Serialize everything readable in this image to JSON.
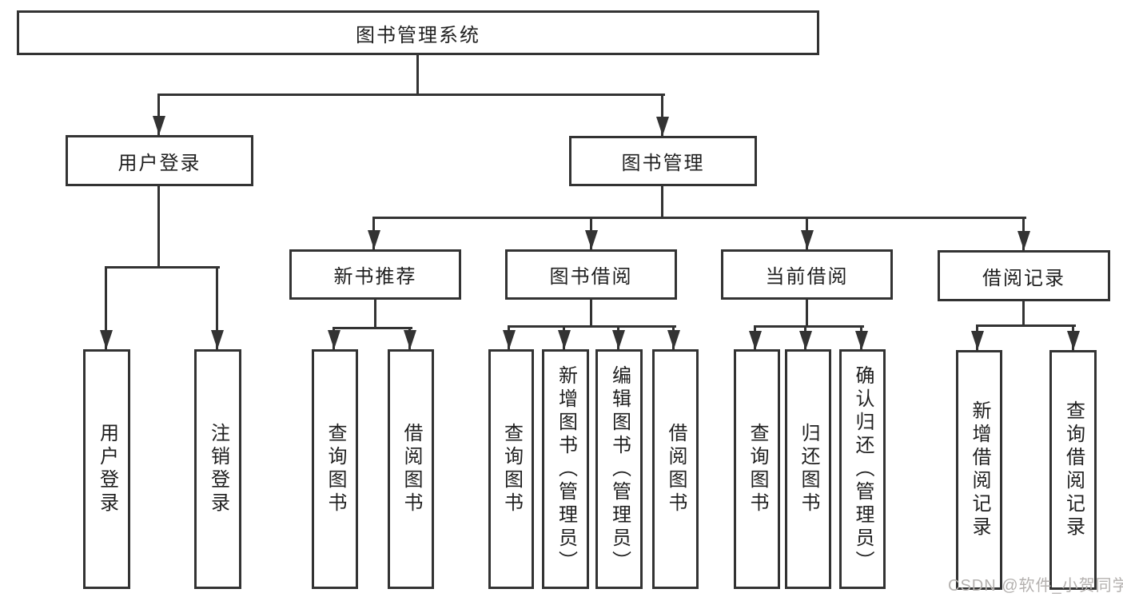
{
  "diagram": {
    "root": {
      "label": "图书管理系统"
    },
    "level2": [
      {
        "label": "用户登录"
      },
      {
        "label": "图书管理"
      }
    ],
    "level3": [
      {
        "label": "新书推荐"
      },
      {
        "label": "图书借阅"
      },
      {
        "label": "当前借阅"
      },
      {
        "label": "借阅记录"
      }
    ],
    "leaves": [
      {
        "label": "用户登录"
      },
      {
        "label": "注销登录"
      },
      {
        "label": "查询图书"
      },
      {
        "label": "借阅图书"
      },
      {
        "label": "查询图书"
      },
      {
        "label": "新增图书（管理员）"
      },
      {
        "label": "编辑图书（管理员）"
      },
      {
        "label": "借阅图书"
      },
      {
        "label": "查询图书"
      },
      {
        "label": "归还图书"
      },
      {
        "label": "确认归还（管理员）"
      },
      {
        "label": "新增借阅记录"
      },
      {
        "label": "查询借阅记录"
      }
    ]
  },
  "watermark": {
    "text": "CSDN @软件_小贺同学"
  },
  "colors": {
    "line": "#333333",
    "text": "#1f1f1f",
    "watermark": "#b4b1af",
    "background": "#ffffff"
  }
}
